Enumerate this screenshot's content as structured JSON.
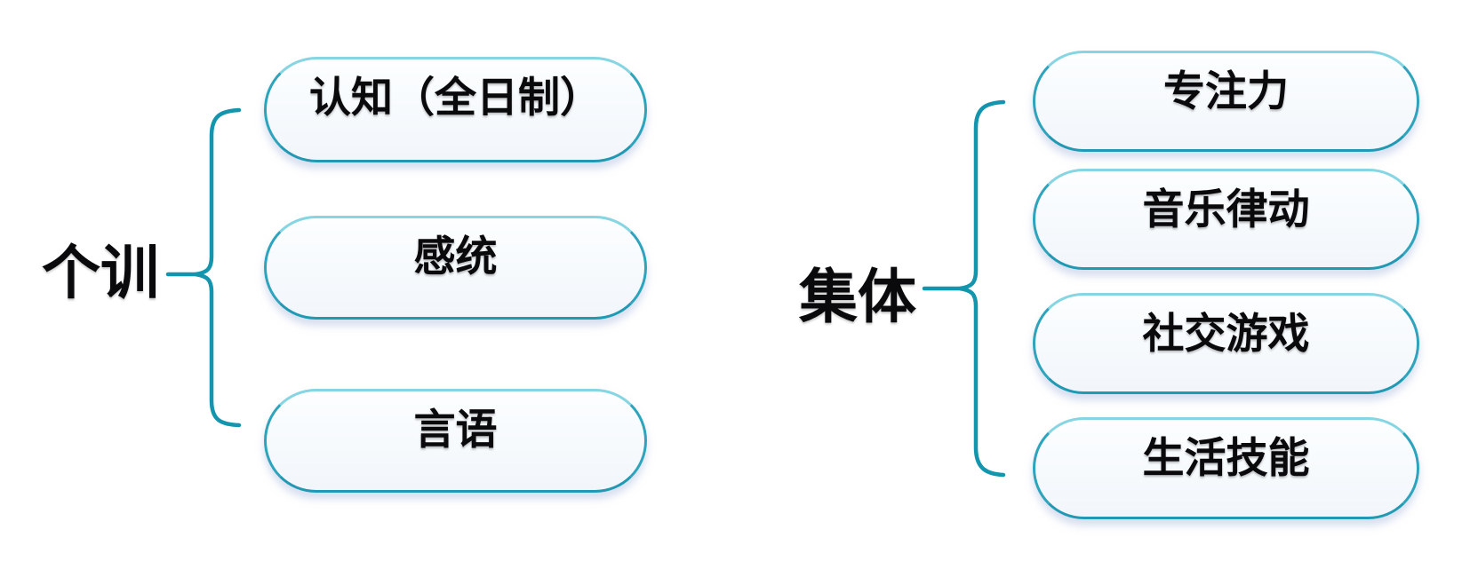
{
  "diagram": {
    "colors": {
      "brace_teal": "#1295ad",
      "node_border": "#2da4bc",
      "node_border_top": "#86d5e2",
      "node_fill": "#f5f9fd",
      "text": "#0a0a0c"
    },
    "groups": [
      {
        "label": "个训",
        "items": [
          "认知（全日制）",
          "感统",
          "言语"
        ]
      },
      {
        "label": "集体",
        "items": [
          "专注力",
          "音乐律动",
          "社交游戏",
          "生活技能"
        ]
      }
    ]
  }
}
